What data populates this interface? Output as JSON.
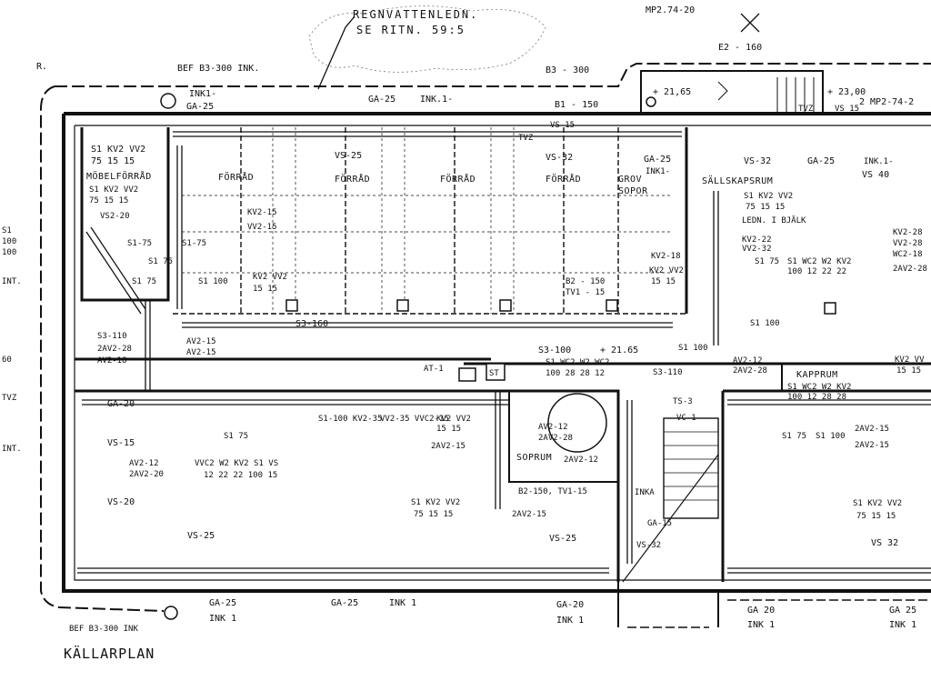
{
  "drawing": {
    "title": "KÄLLARPLAN",
    "note_line1": "REGNVATTENLEDN.",
    "note_line2": "SE RITN. 59:5",
    "top_ref": "MP2.74-20",
    "ref_e2": "E2 - 160",
    "ref_b3": "B3 - 300",
    "ref_bef_top": "BEF B3-300 INK.",
    "ref_bef_bottom": "BEF B3-300 INK",
    "ref_r": "R.",
    "ref_mp2_right": "2 MP2-74-2",
    "level_1": "+ 21,65",
    "level_2": "+ 23,00",
    "level_3": "+ 21.65"
  },
  "rooms": [
    {
      "label": "MÖBELFÖRRÅD"
    },
    {
      "label": "FÖRRÅD"
    },
    {
      "label": "FÖRRÅD"
    },
    {
      "label": "FÖRRÅD"
    },
    {
      "label": "FÖRRÅD"
    },
    {
      "label": "GROV"
    },
    {
      "label": "SOPOR"
    },
    {
      "label": "SÄLLSKAPSRUM"
    },
    {
      "label": "KAPPRUM"
    },
    {
      "label": "SOPRUM"
    }
  ],
  "pipe_labels": {
    "inkl_a": "INK1-",
    "ga25_a": "GA-25",
    "ga25_b": "GA-25",
    "ink1_b": "INK.1-",
    "b1_150": "B1 - 150",
    "tvz_a": "TVZ",
    "vs15_a": "VS 15",
    "vs25_a": "VS-25",
    "vs32_a": "VS-32",
    "ga25_c": "GA-25",
    "ink1_c": "INK1-",
    "vs32_b": "VS-32",
    "ga25_d": "GA-25",
    "ink1_d": "INK.1-",
    "vs40": "VS 40",
    "tvz_b": "TVZ",
    "vs15_b": "VS 15",
    "s1_kv2_vv2_a": "S1 KV2 VV2",
    "n75_15_15_a": "75 15 15",
    "vs2_20": "VS2-20",
    "s1_75": "S1-75",
    "s1_75_b": "S1-75",
    "s1_75_c": "S1 75",
    "s1_75_d": "S1 75",
    "s1_100": "S1 100",
    "s3_110": "S3-110",
    "av2_28": "2AV2-28",
    "av2_18": "AV2-18",
    "av2_15": "AV2-15",
    "av2_15b": "AV2-15",
    "kv2_15": "KV2-15",
    "vv2_15": "VV2-15",
    "kv2_vv2": "KV2 VV2",
    "n15_15": "15 15",
    "s3_160": "S3-160",
    "b2_150": "B2 - 150",
    "tv1_15": "TV1 - 15",
    "kv2_18": "KV2-18",
    "kv2_vv2_b": "KV2 VV2",
    "n15_15_b": "15 15",
    "s1_kv2_vv2_b": "S1 KV2 VV2",
    "n75_15_15_b": "75 15 15",
    "ledn_bjelg": "LEDN. I BJÄLK",
    "kv2_22": "KV2-22",
    "vv2_32": "VV2-32",
    "s1_75_e": "S1 75",
    "s1_wc2_w2_kv2": "S1 WC2 W2 KV2",
    "n100_12_22_22": "100 12 22 22",
    "kv2_28": "KV2-28",
    "vv2_28": "VV2-28",
    "wc2_18": "WC2-18",
    "av2_28_r": "2AV2-28",
    "s1_100_b": "S1 100",
    "s3_100": "S3-100",
    "level_3b": "+ 21.65",
    "s1_wc2_w2_vc2": "S1 WC2 W2 WC2",
    "n100_28_28_12": "100 28 28 12",
    "s3_110_b": "S3-110",
    "s1_100_c": "S1 100",
    "av2_12": "AV2-12",
    "av2_28_c": "2AV2-28",
    "kapprum_pipes": "S1 WC2 W2 KV2",
    "kapprum_nums": "100 12 28 28",
    "kv2_15_r": "KV2 VV",
    "n15_15_r": "15 15",
    "at1": "AT-1",
    "st": "ST",
    "ts3": "TS-3",
    "vc1": "VC-1",
    "ga20_a": "GA-20",
    "vs15_c": "VS-15",
    "s1_75_f": "S1 75",
    "s1_100_kv2_35": "S1-100 KV2-35",
    "vv2_35": "VV2-35 VVC2-15",
    "kv2_vv2_c": "KV2 VV2",
    "n15_15_c": "15 15",
    "av2_15_c": "2AV2-15",
    "av2_12_b": "AV2-12",
    "av2_28_d": "2AV2-28",
    "av2_12_c": "2AV2-12",
    "av2_12_d": "AV2-12",
    "av2_20": "2AV2-20",
    "vvc2_w2_kv2": "VVC2 W2 KV2 S1 VS",
    "n12_22_22_100_15": "12 22 22 100 15",
    "vs20": "VS-20",
    "s1_kv2_vv2_c": "S1 KV2 VV2",
    "n75_15_15_c": "75 15 15",
    "av2_15_d": "2AV2-15",
    "b2_150_tv1": "B2-150, TV1-15",
    "inka": "INKA",
    "vs25_b": "VS-25",
    "vs25_c": "VS-25",
    "ga15": "GA-15",
    "vs32_c": "VS-32",
    "s1_75_g": "S1 75",
    "s1_100_d": "S1 100",
    "av2_15_e": "2AV2-15",
    "av2_15_f": "2AV2-15",
    "s1_kv2_vv2_d": "S1 KV2 VV2",
    "n75_15_15_d": "75 15 15",
    "vs32_d": "VS 32",
    "ga25_e": "GA-25",
    "ink1_e": "INK 1",
    "ga25_f": "GA-25",
    "ink1_f": "INK 1",
    "ga20_b": "GA-20",
    "ink1_g": "INK 1",
    "ga20_c": "GA 20",
    "ink1_h": "INK 1",
    "ga25_g": "GA 25",
    "ink1_i": "INK 1",
    "left_s1": "S1",
    "left_100a": "100",
    "left_100b": "100",
    "left_int": "INT.",
    "left_60": "60",
    "left_tvz": "TVZ",
    "left_int2": "INT."
  }
}
